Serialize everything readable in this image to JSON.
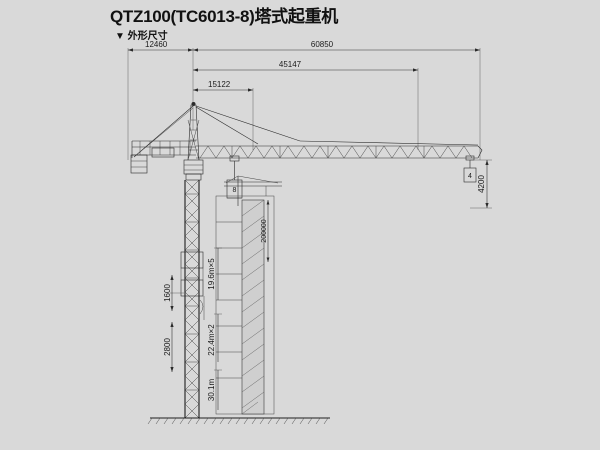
{
  "header": {
    "title": "QTZ100(TC6013-8)塔式起重机",
    "subtitle": "▼ 外形尺寸"
  },
  "drawing": {
    "type": "tower-crane-elevation",
    "dimensions_horizontal": [
      {
        "id": "counterjib",
        "label": "12460",
        "unit": "mm"
      },
      {
        "id": "total-length",
        "label": "60850",
        "unit": "mm"
      },
      {
        "id": "jib-reach",
        "label": "45147",
        "unit": "mm"
      },
      {
        "id": "inner-reach",
        "label": "15122",
        "unit": "mm"
      }
    ],
    "dimensions_vertical": [
      {
        "id": "mast-section-a",
        "label": "1600",
        "unit": "mm"
      },
      {
        "id": "mast-section-b",
        "label": "2800",
        "unit": "mm"
      },
      {
        "id": "jib-tip-height",
        "label": "4200",
        "unit": "mm"
      },
      {
        "id": "column-height",
        "label": "200000",
        "unit": "mm"
      }
    ],
    "building_labels": [
      {
        "id": "upper-floors",
        "label": "19.6m×5"
      },
      {
        "id": "mid-floors",
        "label": "22.4m×2"
      },
      {
        "id": "base-floor",
        "label": "30.1m"
      }
    ],
    "annotations": [
      {
        "id": "hook-block-inner",
        "label": "8"
      },
      {
        "id": "hook-block-outer",
        "label": "4"
      }
    ]
  }
}
